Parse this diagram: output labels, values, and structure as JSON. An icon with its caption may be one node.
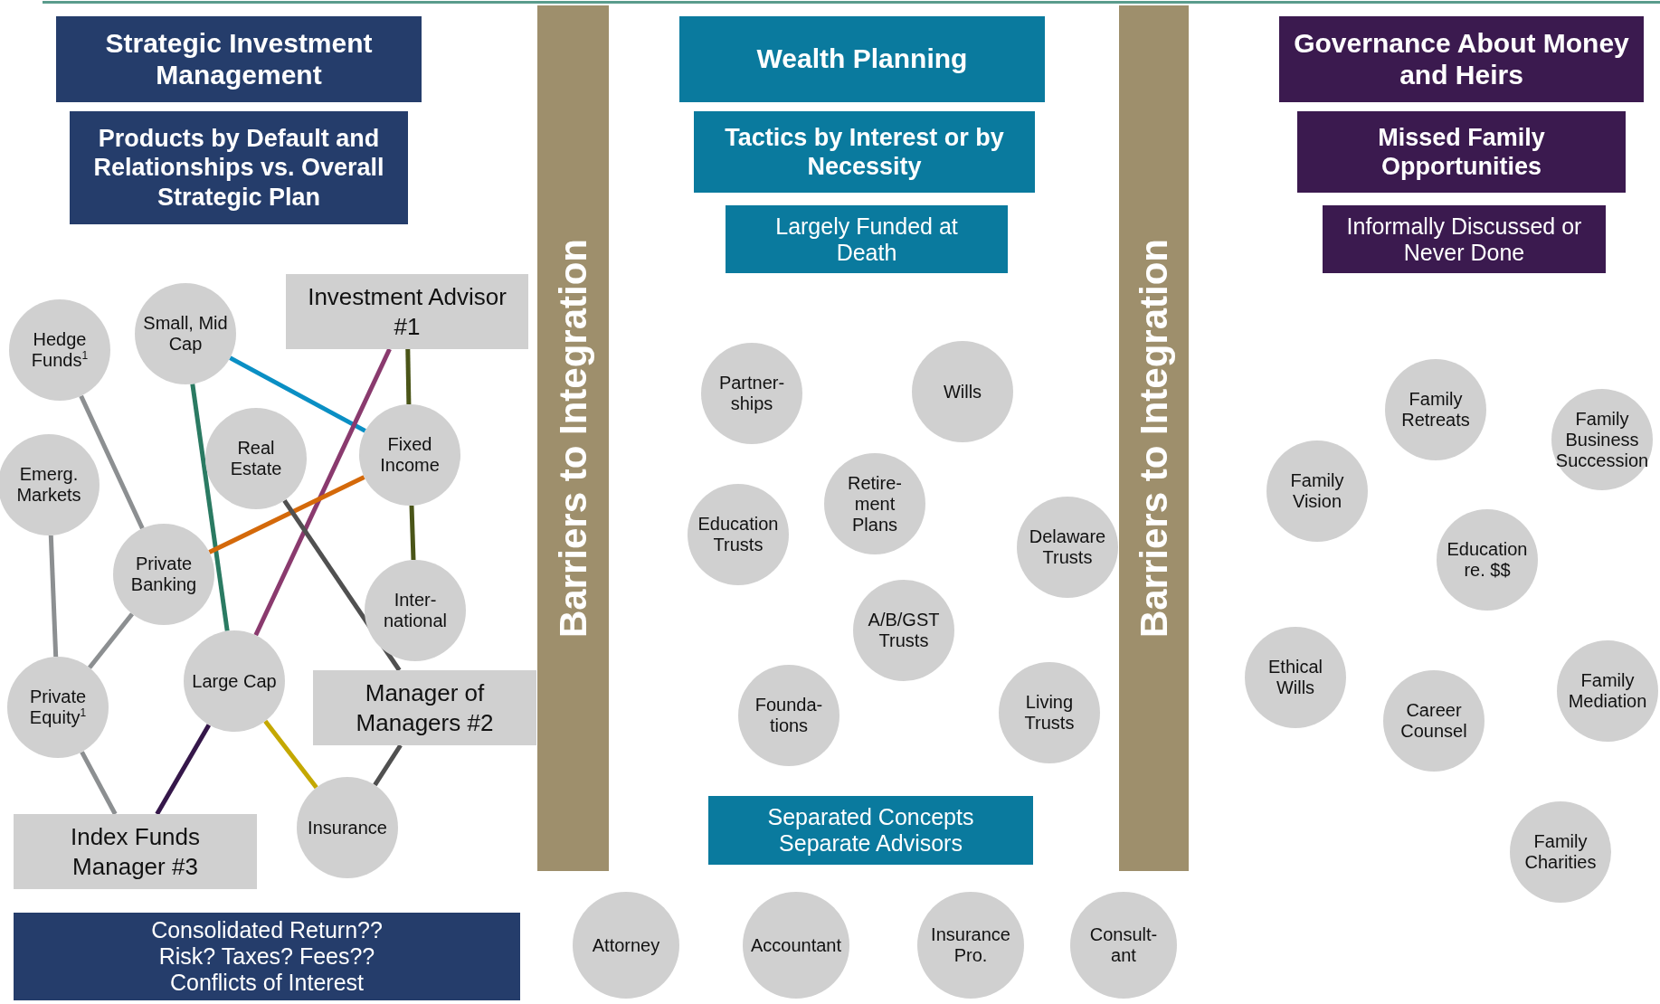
{
  "diagram": {
    "nodes": [
      {
        "text": [
          "Strategic Investment Management"
        ]
      },
      {
        "text": [
          "Products by Default and Relationships vs. Overall Strategic Plan"
        ]
      },
      {
        "text": [
          "Investment Advisor #1"
        ]
      },
      {
        "text": [
          "Hedge Funds$^{1}$"
        ]
      },
      {
        "text": [
          "Small, Mid Cap"
        ]
      },
      {
        "text": [
          "Real Estate"
        ]
      },
      {
        "text": [
          "Fixed Income"
        ]
      },
      {
        "text": [
          "Emerg. Markets"
        ]
      },
      {
        "text": [
          "Private Banking"
        ]
      },
      {
        "text": [
          "Inter- national"
        ]
      },
      {
        "text": [
          "Large Cap"
        ]
      },
      {
        "text": [
          "Private Equity$^{1}$"
        ]
      },
      {
        "text": [
          "Manager of Managers #2"
        ]
      },
      {
        "text": [
          "Index Funds Manager #3"
        ]
      },
      {
        "text": [
          "Insurance"
        ]
      },
      {
        "text": [
          "Consolidated Return?? Risk? Taxes? Fees?? Conflicts of Interest"
        ]
      },
      {
        "text": [
          "Barriers to Integration"
        ]
      },
      {
        "text": [
          "Wealth Planning"
        ]
      },
      {
        "text": [
          "Tactics by Interest or by Necessity"
        ]
      },
      {
        "text": [
          "Largely Funded at Death"
        ]
      },
      {
        "text": [
          "Partner- ships"
        ]
      },
      {
        "text": [
          "Wills"
        ]
      },
      {
        "text": [
          "Retire- ment Plans"
        ]
      },
      {
        "text": [
          "Education Trusts"
        ]
      },
      {
        "text": [
          "Delaware Trusts"
        ]
      },
      {
        "text": [
          "A/B/GST Trusts"
        ]
      },
      {
        "text": [
          "Founda- tions"
        ]
      },
      {
        "text": [
          "Living Trusts"
        ]
      },
      {
        "text": [
          "Separated Concepts Separate Advisors"
        ]
      },
      {
        "text": [
          "Attorney"
        ]
      },
      {
        "text": [
          "Accountant"
        ]
      },
      {
        "text": [
          "Insurance Pro."
        ]
      },
      {
        "text": [
          "Consult- ant"
        ]
      },
      {
        "text": [
          "Barriers to Integration"
        ]
      },
      {
        "text": [
          "Governance About Money and Heirs"
        ]
      },
      {
        "text": [
          "Missed Family Opportunities"
        ]
      },
      {
        "text": [
          "Informally Discussed or Never Done"
        ]
      },
      {
        "text": [
          "Family Retreats"
        ]
      },
      {
        "text": [
          "Family Business Succession"
        ]
      },
      {
        "text": [
          "Family Vision"
        ]
      },
      {
        "text": [
          "Education re. $$"
        ]
      },
      {
        "text": [
          "Ethical Wills"
        ]
      },
      {
        "text": [
          "Family Mediation"
        ]
      },
      {
        "text": [
          "Career Counsel"
        ]
      },
      {
        "text": [
          "Family Charities"
        ]
      }
    ],
    "edges": [
      {
        "from": 3,
        "to": 8,
        "arrow": "none"
      },
      {
        "from": 7,
        "to": 11,
        "arrow": "none"
      },
      {
        "from": 8,
        "to": 11,
        "arrow": "none"
      },
      {
        "from": 11,
        "to": 13,
        "arrow": "none"
      },
      {
        "from": 4,
        "to": 10,
        "arrow": "none",
        "color": "#2a7a62"
      },
      {
        "from": 4,
        "to": 6,
        "arrow": "none",
        "color": "#0a8fc4"
      },
      {
        "from": 2,
        "to": 10,
        "arrow": "none",
        "color": "#8a3a6e"
      },
      {
        "from": 2,
        "to": 6,
        "arrow": "none",
        "color": "#4a5518"
      },
      {
        "from": 6,
        "to": 9,
        "arrow": "none",
        "color": "#4a5518"
      },
      {
        "from": 6,
        "to": 8,
        "arrow": "none",
        "color": "#d4690a"
      },
      {
        "from": 5,
        "to": 12,
        "arrow": "none",
        "color": "#505050"
      },
      {
        "from": 12,
        "to": 14,
        "arrow": "none",
        "color": "#505050"
      },
      {
        "from": 10,
        "to": 13,
        "arrow": "none",
        "color": "#35174a"
      },
      {
        "from": 10,
        "to": 14,
        "arrow": "none",
        "color": "#c4a800"
      }
    ]
  }
}
